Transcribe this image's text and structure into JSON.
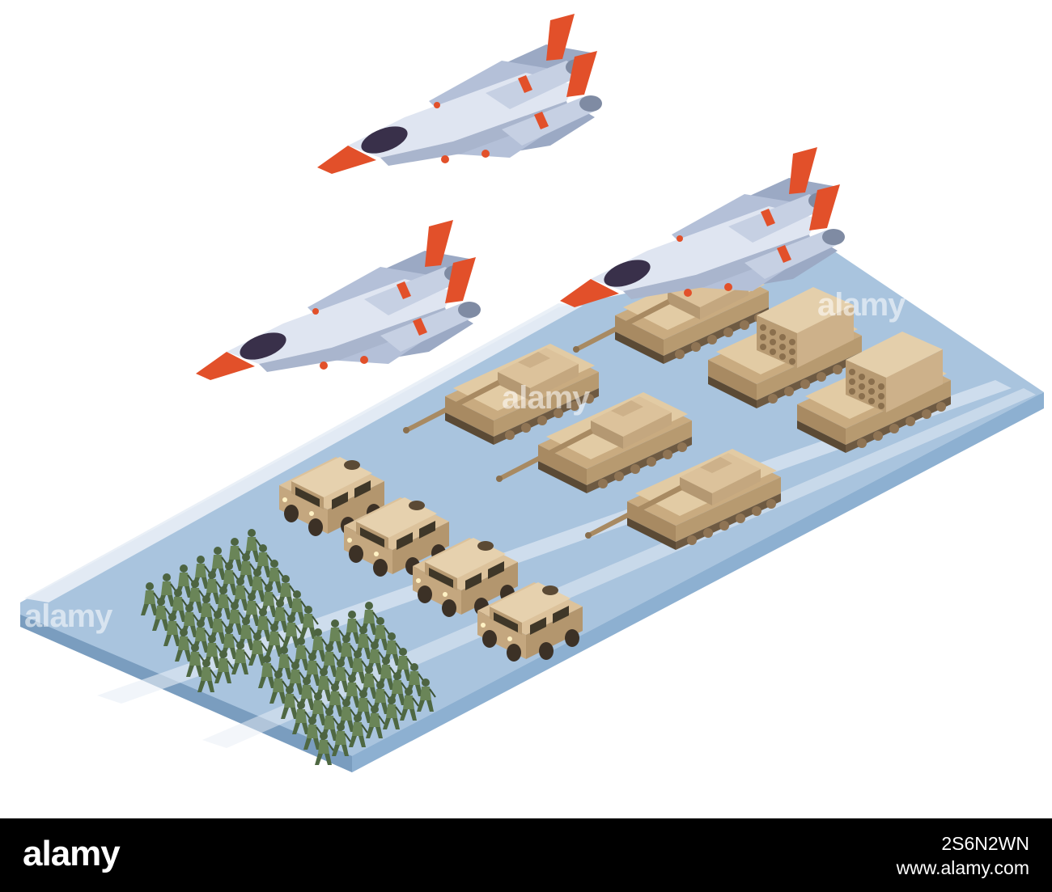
{
  "watermark": {
    "word": "alamy"
  },
  "footer": {
    "logo": "alamy",
    "image_id": "2S6N2WN",
    "url": "www.alamy.com"
  },
  "colors": {
    "platform_top": "#a9c4de",
    "platform_side": "#7fa3c6",
    "platform_stripe": "#e8eef6",
    "vehicle_body": "#d9be95",
    "vehicle_shade": "#b79a70",
    "jet_body": "#c9d3e6",
    "jet_shade": "#8d9cb8",
    "jet_accent": "#e2502a",
    "soldier": "#5f7a4f"
  },
  "icons": [
    "jet",
    "tank",
    "rocket-launcher",
    "armored-car",
    "soldier"
  ]
}
